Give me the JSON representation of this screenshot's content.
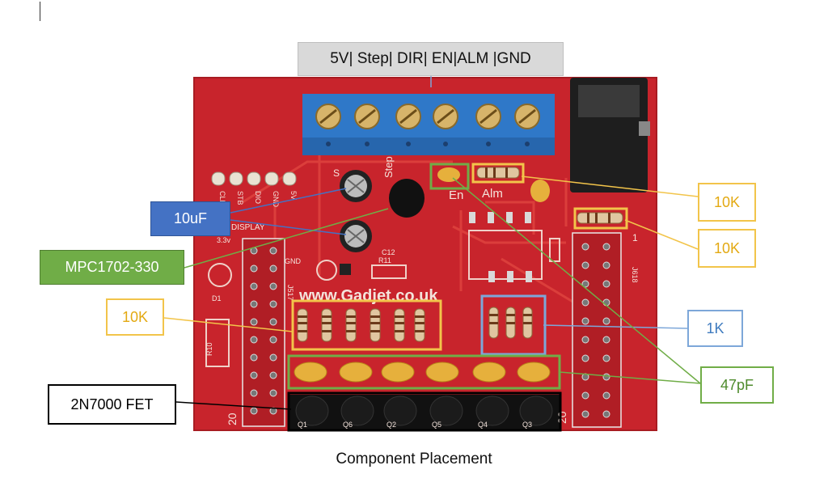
{
  "header_label": "5V| Step| DIR| EN|ALM |GND",
  "board": {
    "silkscreen": {
      "website": "www.Gadjet.co.uk",
      "step": "Step",
      "en": "En",
      "alm": "Alm",
      "display": "DISPLAY",
      "jumper_left": "J517",
      "jumper_right": "J618",
      "num_20_left": "20",
      "num_20_right": "20",
      "num_1": "1",
      "c12": "C12",
      "r11": "R11",
      "r10": "R10",
      "d1": "D1",
      "v33": "3.3v",
      "gnd": "GND",
      "s": "S",
      "clk": "CLK",
      "stb": "STB",
      "dio": "DIO",
      "gnd2": "GND",
      "v5": "5V"
    },
    "fet_labels": [
      "Q1",
      "Q6",
      "Q2",
      "Q5",
      "Q4",
      "Q3"
    ]
  },
  "callouts": {
    "r10k_top": "10K",
    "r10k_mid": "10K",
    "r10k_left": "10K",
    "cap_10uf": "10uF",
    "regulator": "MPC1702-330",
    "r1k": "1K",
    "cap_47pf": "47pF",
    "fet": "2N7000 FET"
  },
  "caption": "Component Placement",
  "colors": {
    "pcb": "#c8242c",
    "terminal": "#2f78c8",
    "yellow": "#f2c44a",
    "green": "#70ad47",
    "blue": "#4472c4"
  }
}
